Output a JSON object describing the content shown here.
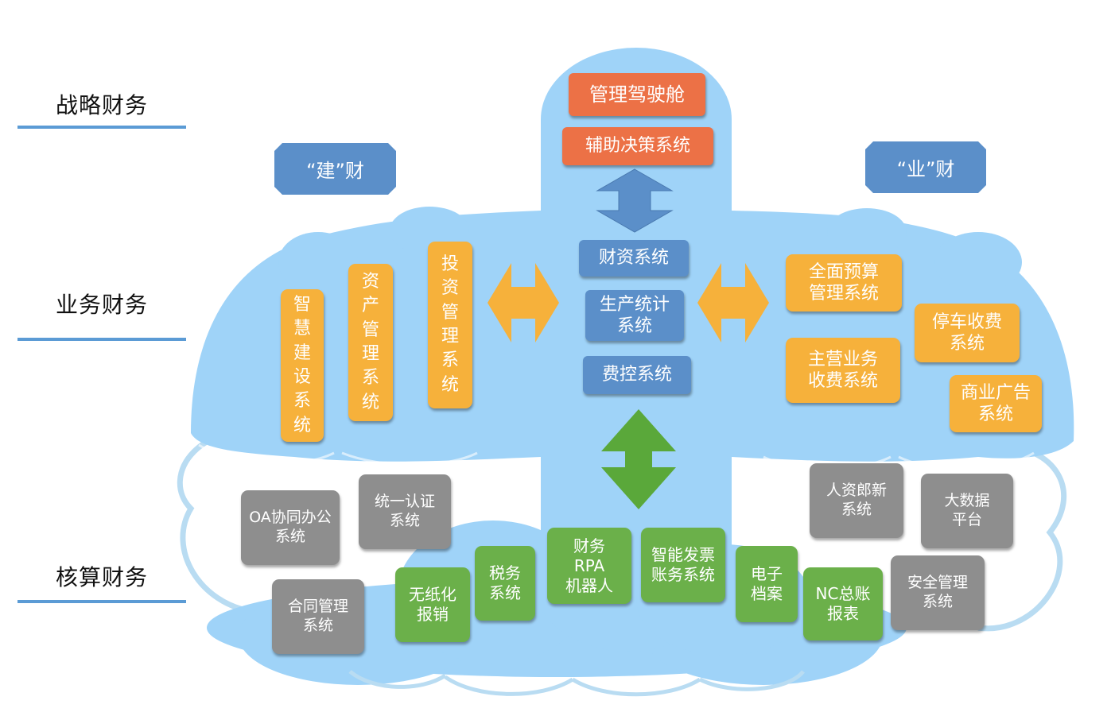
{
  "tiers": {
    "strategic": "战略财务",
    "business": "业务财务",
    "accounting": "核算财务"
  },
  "badges": {
    "build_finance": "“建”财",
    "business_finance": "“业”财"
  },
  "top": {
    "cockpit": "管理驾驶舱",
    "decision_support": "辅助决策系统"
  },
  "center": {
    "finance_capital": "财资系统",
    "production_stats": [
      "生产统计",
      "系统"
    ],
    "expense_control": "费控系统"
  },
  "left_vertical": {
    "smart_construction": [
      "智",
      "慧",
      "建",
      "设",
      "系",
      "统"
    ],
    "asset_management": [
      "资",
      "产",
      "管",
      "理",
      "系",
      "统"
    ],
    "investment_management": [
      "投",
      "资",
      "管",
      "理",
      "系",
      "统"
    ]
  },
  "right_systems": {
    "comprehensive_budget": [
      "全面预算",
      "管理系统"
    ],
    "main_business_fee": [
      "主营业务",
      "收费系统"
    ],
    "parking_fee": [
      "停车收费",
      "系统"
    ],
    "commercial_ads": [
      "商业广告",
      "系统"
    ]
  },
  "accounting_green": {
    "paperless": [
      "无纸化",
      "报销"
    ],
    "tax": [
      "税务",
      "系统"
    ],
    "rpa": [
      "财务",
      "RPA",
      "机器人"
    ],
    "smart_invoice": [
      "智能发票",
      "账务系统"
    ],
    "e_archive": [
      "电子",
      "档案"
    ],
    "nc_ledger": [
      "NC总账",
      "报表"
    ]
  },
  "accounting_gray": {
    "oa": [
      "OA协同办公",
      "系统"
    ],
    "unified_auth": [
      "统一认证",
      "系统"
    ],
    "contract": [
      "合同管理",
      "系统"
    ],
    "hr": [
      "人资郎新",
      "系统"
    ],
    "big_data": [
      "大数据",
      "平台"
    ],
    "security": [
      "安全管理",
      "系统"
    ]
  },
  "colors": {
    "cloud": "#9fd3f8",
    "cloud_outline": "#b9dcf2",
    "orange": "#f6b13b",
    "red": "#ec7146",
    "blue": "#5b8fc9",
    "green": "#6bb04a",
    "gray": "#8e8e8e",
    "arrow_green": "#5aa83a",
    "tier_line": "#5b9bd5"
  }
}
